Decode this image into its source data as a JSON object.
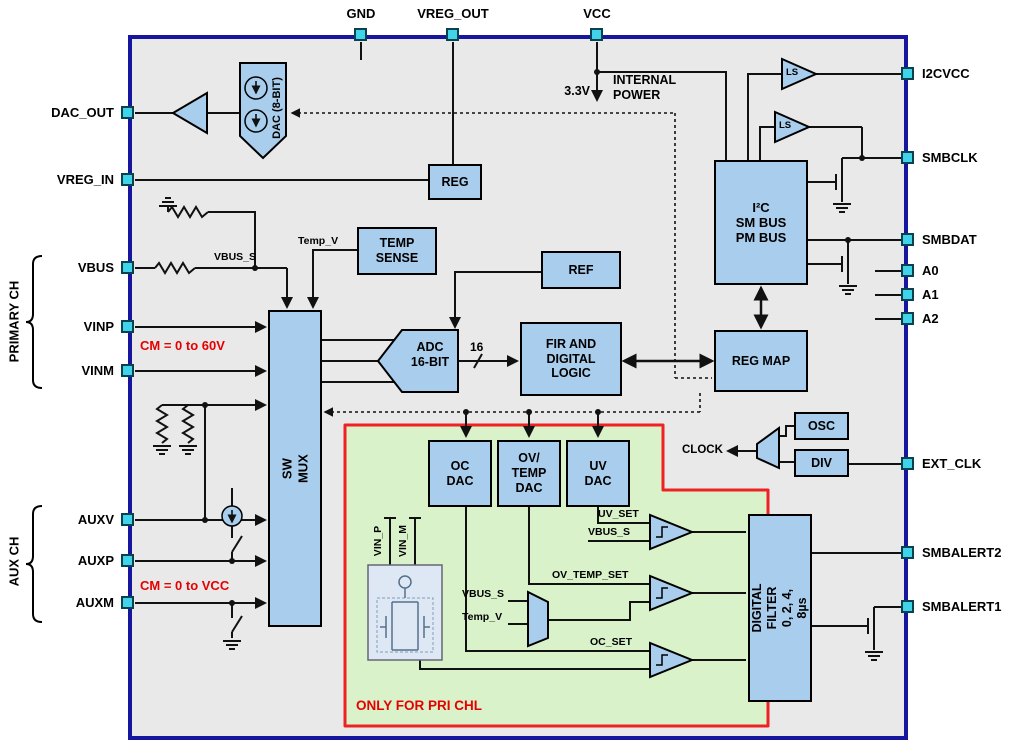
{
  "diagram": {
    "type": "functional-block-diagram",
    "colors": {
      "board_background": "#e9e9e9",
      "board_border": "#15159e",
      "block_fill": "#a9cdec",
      "block_border": "#000000",
      "pin_fill": "#40d4ea",
      "pri_region_fill": "#d9f2c9",
      "pri_region_border": "#ee2222",
      "annotation_red": "#e60000",
      "wire": "#111111"
    },
    "pins": {
      "top": [
        {
          "label": "GND"
        },
        {
          "label": "VREG_OUT"
        },
        {
          "label": "VCC"
        }
      ],
      "left": [
        {
          "label": "DAC_OUT"
        },
        {
          "label": "VREG_IN"
        },
        {
          "label": "VBUS"
        },
        {
          "label": "VINP"
        },
        {
          "label": "VINM"
        },
        {
          "label": "AUXV"
        },
        {
          "label": "AUXP"
        },
        {
          "label": "AUXM"
        }
      ],
      "right": [
        {
          "label": "I2CVCC"
        },
        {
          "label": "SMBCLK"
        },
        {
          "label": "SMBDAT"
        },
        {
          "label": "A0"
        },
        {
          "label": "A1"
        },
        {
          "label": "A2"
        },
        {
          "label": "EXT_CLK"
        },
        {
          "label": "SMBALERT2"
        },
        {
          "label": "SMBALERT1"
        }
      ]
    },
    "channel_groups": {
      "primary": "PRIMARY CH",
      "aux": "AUX CH"
    },
    "blocks": {
      "dac": "DAC (8-BIT)",
      "reg": "REG",
      "temp_sense": "TEMP\nSENSE",
      "ref": "REF",
      "sw_mux": "SW MUX",
      "adc": "ADC\n16-BIT",
      "fir": "FIR AND\nDIGITAL\nLOGIC",
      "reg_map": "REG MAP",
      "i2c": "I²C\nSM BUS\nPM BUS",
      "osc": "OSC",
      "div": "DIV",
      "oc_dac": "OC\nDAC",
      "ov_temp_dac": "OV/\nTEMP\nDAC",
      "uv_dac": "UV\nDAC",
      "digital_filter": "DIGITAL FILTER\n0, 2, 4, 8µs",
      "ls1": "LS",
      "ls2": "LS"
    },
    "labels": {
      "internal_power": "INTERNAL\nPOWER",
      "v33": "3.3V",
      "vbus_s_top": "VBUS_S",
      "temp_v_top": "Temp_V",
      "adc_bus_width": "16",
      "clock": "CLOCK",
      "uv_set": "UV_SET",
      "vbus_s_comp": "VBUS_S",
      "ov_temp_set": "OV_TEMP_SET",
      "vbus_s_mux": "VBUS_S",
      "temp_v_mux": "Temp_V",
      "oc_set": "OC_SET",
      "vin_p": "VIN_P",
      "vin_m": "VIN_M"
    },
    "annotations": {
      "cm_primary": "CM = 0 to 60V",
      "cm_aux": "CM = 0 to VCC",
      "only_pri": "ONLY FOR PRI CHL"
    }
  }
}
